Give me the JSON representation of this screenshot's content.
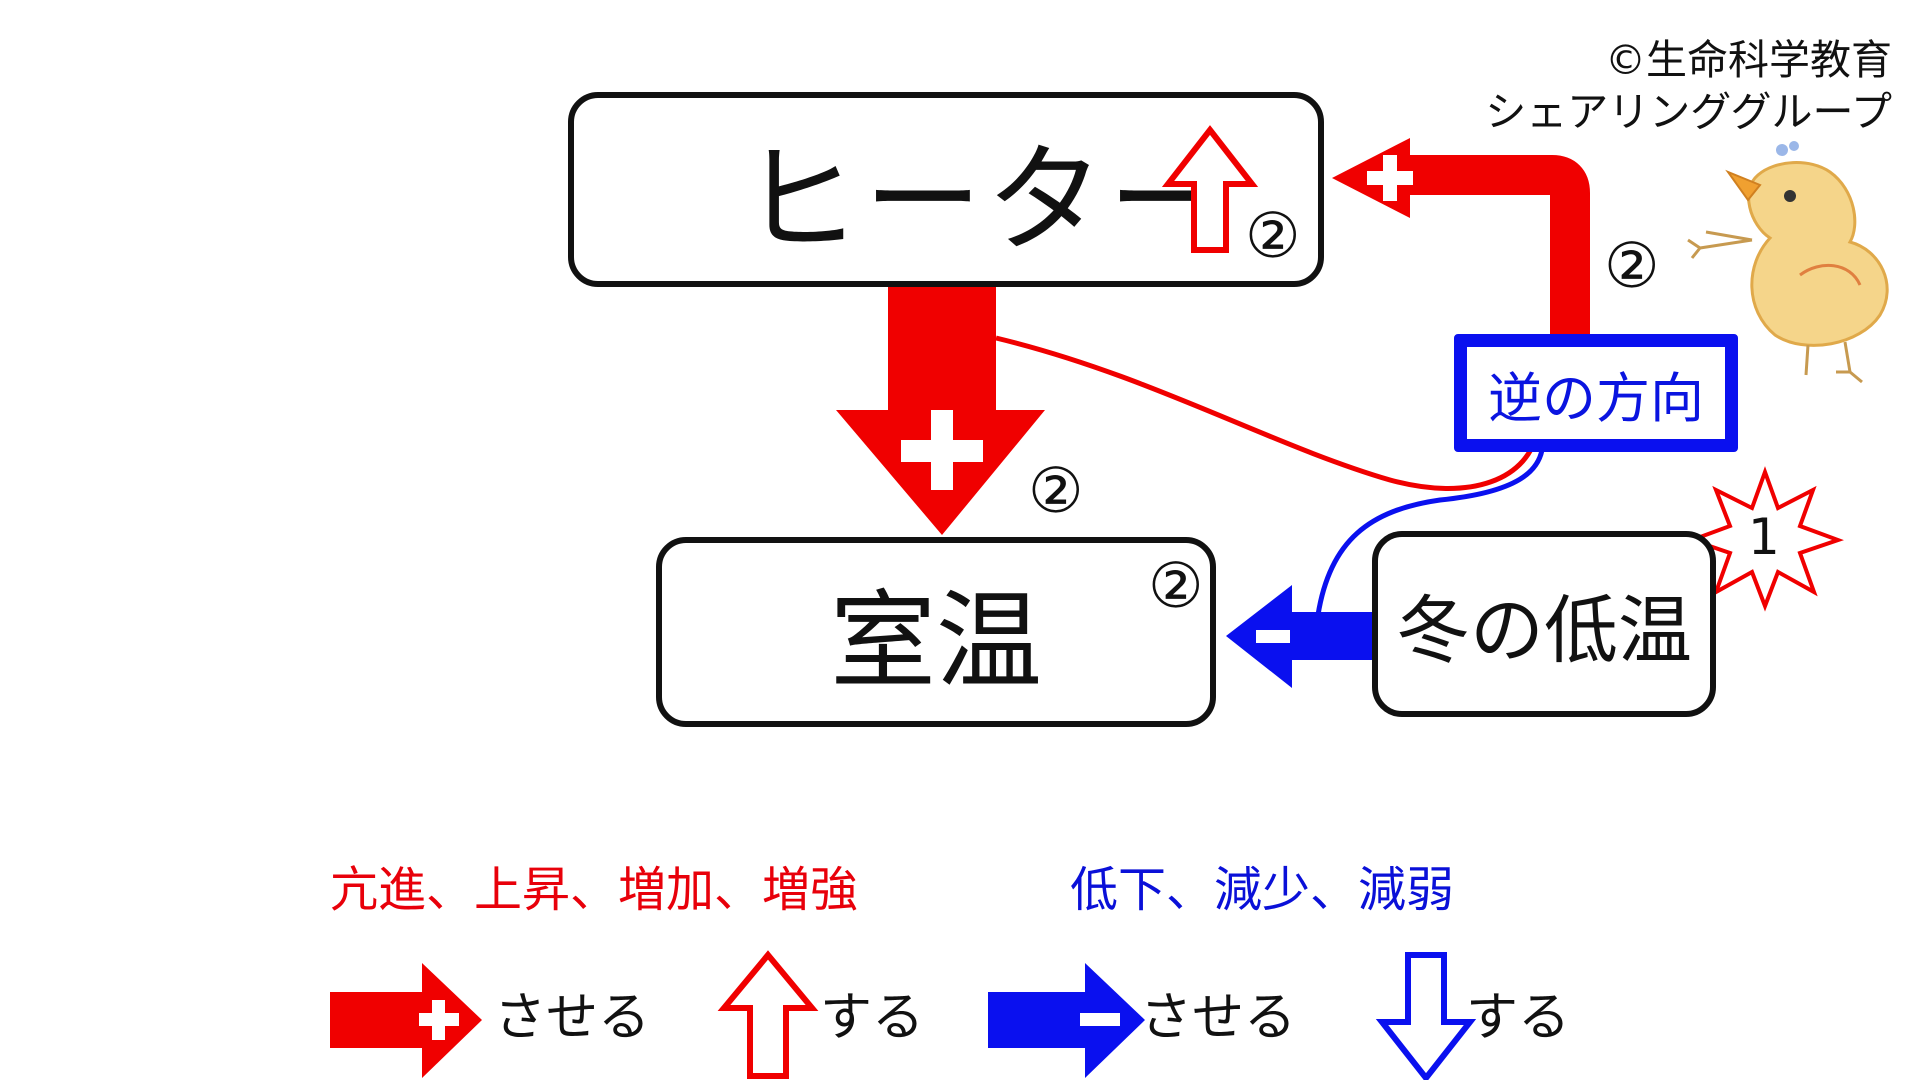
{
  "diagram": {
    "nodes": {
      "heater": "ヒーター",
      "room_temp": "室温",
      "winter_low_temp": "冬の低温",
      "reverse_direction": "逆の方向"
    },
    "step_markers": {
      "heater": "②",
      "feedback_arrow": "②",
      "heater_to_room": "②",
      "room": "②",
      "trigger": "1"
    },
    "copyright": {
      "line1": "©生命科学教育",
      "line2": "シェアリンググループ"
    },
    "legend": {
      "increase_terms": "亢進、上昇、増加、増強",
      "decrease_terms": "低下、減少、減弱",
      "plus_arrow_verb": "させる",
      "up_arrow_verb": "する",
      "minus_arrow_verb": "させる",
      "down_arrow_verb": "する"
    },
    "colors": {
      "increase": "#f00000",
      "decrease": "#0a10ef",
      "outline": "#111111"
    }
  }
}
